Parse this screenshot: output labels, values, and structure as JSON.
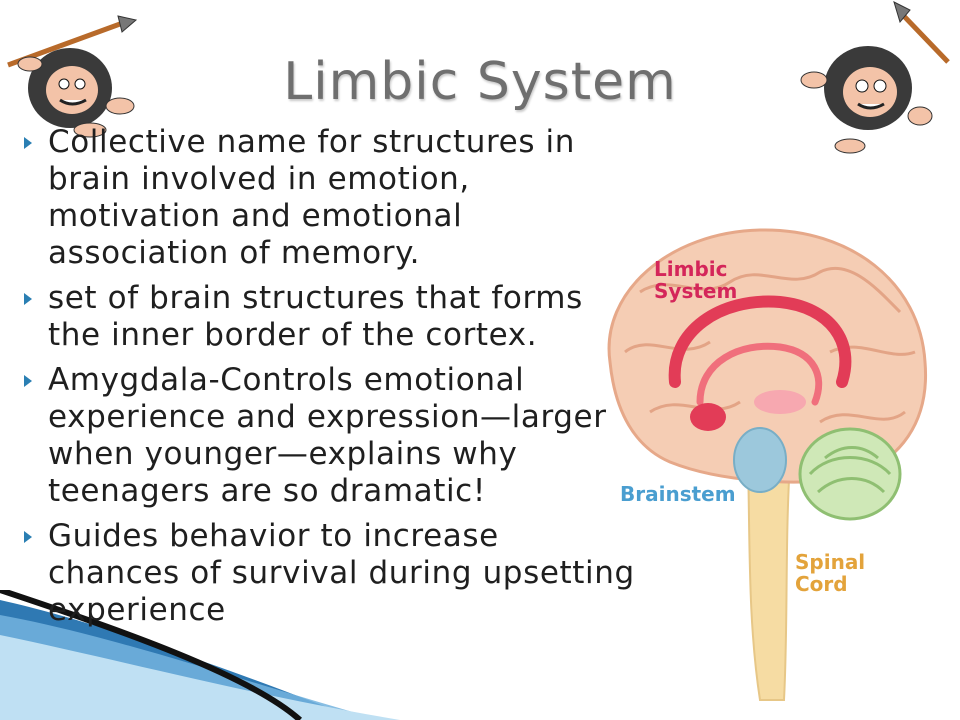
{
  "slide": {
    "title": "Limbic System",
    "bullets": [
      "Collective name for structures in brain involved in emotion, motivation and emotional association of memory.",
      "set of brain structures that forms the inner border of the cortex.",
      "Amygdala-Controls emotional experience and expression—larger when younger—explains why teenagers are so dramatic!",
      "Guides behavior to increase chances of survival during upsetting experience"
    ]
  },
  "figure": {
    "label_limbic": "Limbic System",
    "label_brainstem": "Brainstem",
    "label_spinal": "Spinal Cord"
  },
  "colors": {
    "bullet_marker": "#2a7fb3",
    "title": "#6f6f6f",
    "limbic_label": "#d4265a",
    "brainstem_label": "#4a9ed0",
    "spinal_label": "#e3a33b"
  }
}
